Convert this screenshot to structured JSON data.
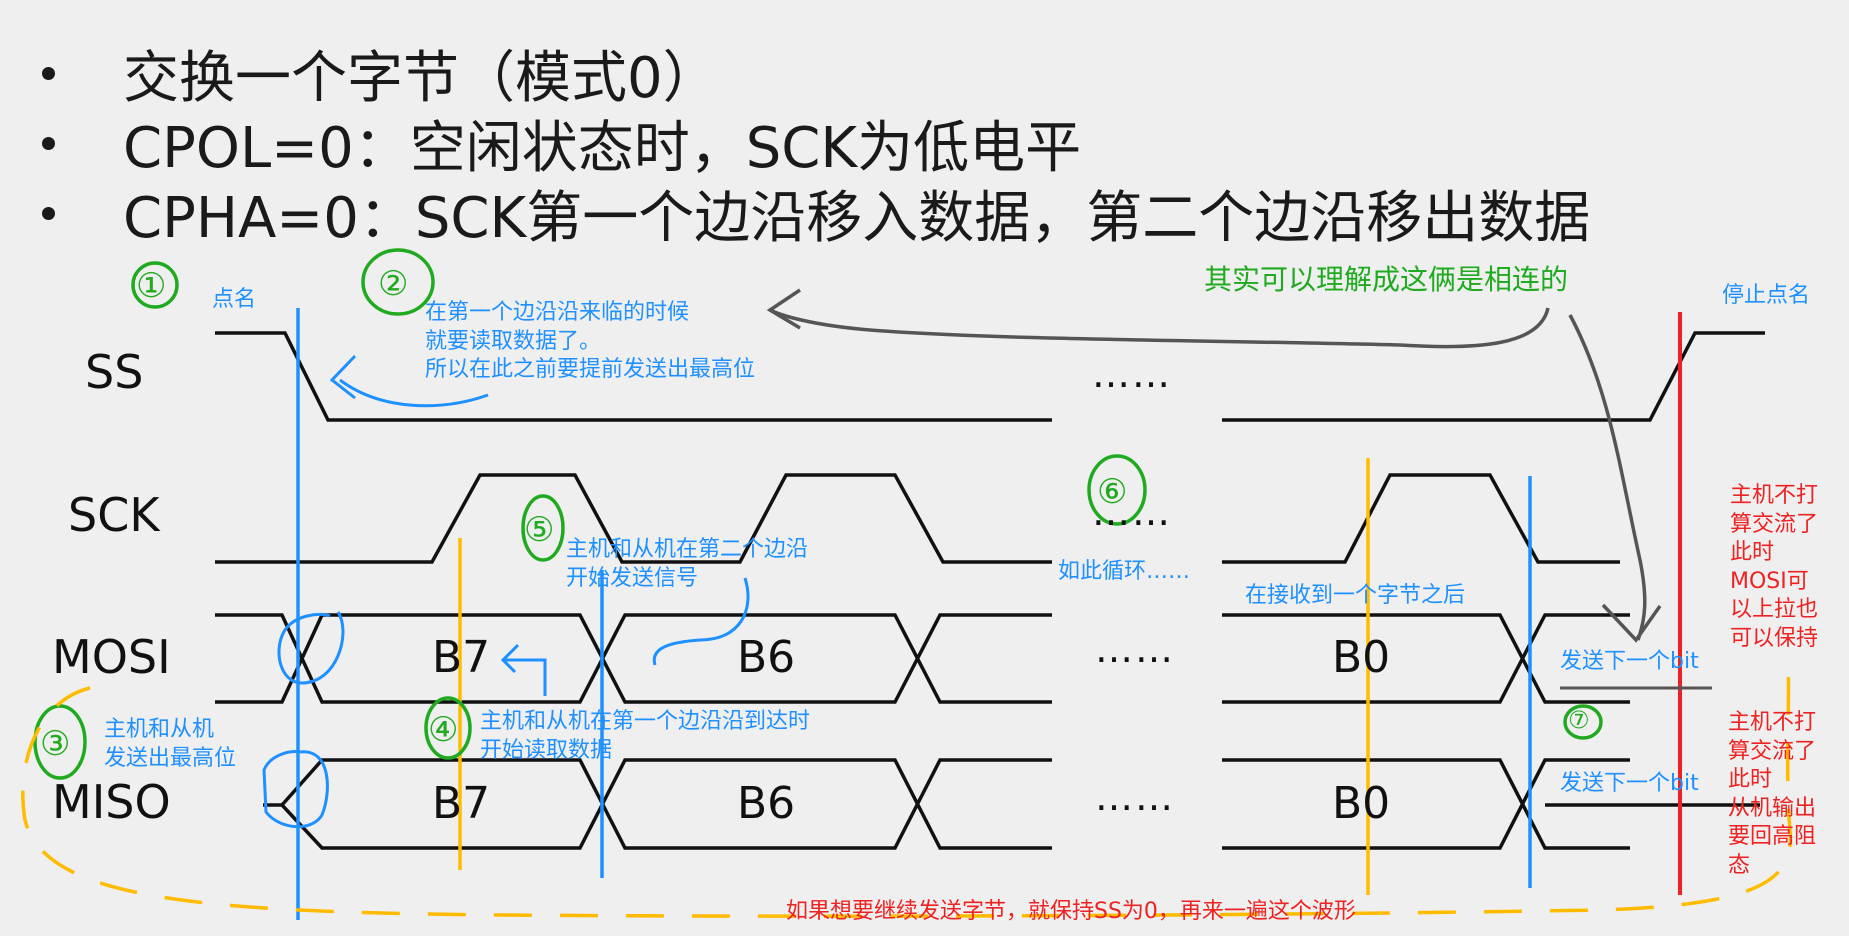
{
  "bullets": [
    "交换一个字节（模式0）",
    "CPOL=0：空闲状态时，SCK为低电平",
    "CPHA=0：SCK第一个边沿移入数据，第二个边沿移出数据"
  ],
  "signals": {
    "ss": "SS",
    "sck": "SCK",
    "mosi": "MOSI",
    "miso": "MISO"
  },
  "cells": {
    "b7": "B7",
    "b6": "B6",
    "b0": "B0"
  },
  "ellipsis": "……",
  "markers": [
    "①",
    "②",
    "③",
    "④",
    "⑤",
    "⑥",
    "⑦"
  ],
  "annotations": {
    "dianming": "点名",
    "stop_dianming": "停止点名",
    "first_edge": [
      "在第一个边沿沿来临的时候",
      "就要读取数据了。",
      "所以在此之前要提前发送出最高位"
    ],
    "connected": "其实可以理解成这俩是相连的",
    "send_highest": [
      "主机和从机",
      "发送出最高位"
    ],
    "read_first_edge": [
      "主机和从机在第一个边沿沿到达时",
      "开始读取数据"
    ],
    "send_second_edge": [
      "主机和从机在第二个边沿",
      "开始发送信号"
    ],
    "loop": "如此循环……",
    "after_byte": "在接收到一个字节之后",
    "next_bit_mosi": "发送下一个bit",
    "next_bit_miso": "发送下一个bit",
    "mosi_note": [
      "主机不打",
      "算交流了",
      "此时",
      "MOSI可",
      "以上拉也",
      "可以保持"
    ],
    "miso_note": [
      "主机不打",
      "算交流了",
      "此时",
      "从机输出",
      "要回高阻",
      "态"
    ],
    "bottom_note": "如果想要继续发送字节，就保持SS为0，再来一遍这个波形"
  },
  "colors": {
    "blue": "#1e90ff",
    "green": "#1faa1f",
    "red": "#ee2222",
    "orange": "#ffbb00",
    "gray": "#555555",
    "black": "#111111"
  }
}
